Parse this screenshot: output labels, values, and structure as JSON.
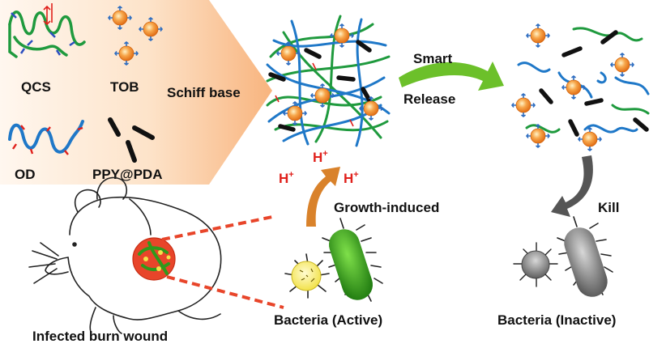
{
  "components": {
    "qcs": "QCS",
    "tob": "TOB",
    "od": "OD",
    "ppy_pda": "PPY@PDA"
  },
  "process": {
    "schiff_base": "Schiff base",
    "smart": "Smart",
    "release": "Release",
    "growth_induced": "Growth-induced",
    "kill": "Kill",
    "h_plus": "H",
    "h_plus_sup": "+"
  },
  "captions": {
    "wound": "Infected burn wound",
    "bacteria_active": "Bacteria (Active)",
    "bacteria_inactive": "Bacteria (Inactive)"
  },
  "colors": {
    "qcs_green": "#1f9a3e",
    "od_blue": "#1f78c8",
    "h_plus_red": "#e0201b",
    "active_bacteria_green": "#2f9a1c",
    "tob_orange": "#f08a2a",
    "wound_red": "#e8452a",
    "release_arrow_green": "#6cc02a",
    "growth_arrow_orange": "#d9822b",
    "kill_arrow_gray": "#555555"
  }
}
